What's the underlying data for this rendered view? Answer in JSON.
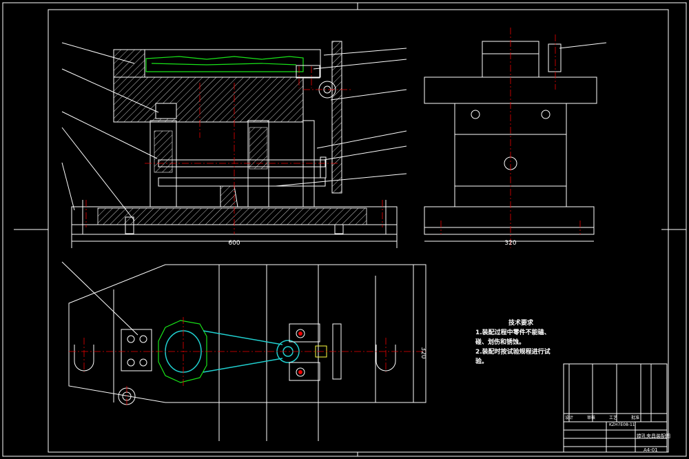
{
  "drawing": {
    "front_view": {
      "dimension": "600"
    },
    "side_view": {
      "dimension": "320"
    },
    "top_view": {
      "dimension": "320"
    }
  },
  "technical_requirements": {
    "title": "技术要求",
    "lines": [
      "1.装配过程中零件不能磕、",
      "碰、划伤和锈蚀。",
      "2.装配时按试验规程进行试",
      "验。"
    ]
  },
  "title_block": {
    "drawing_name": "镗孔夹具装配图",
    "drawing_no": "A4-01",
    "material": "KZH7E08-11",
    "labels": [
      "设计",
      "审核",
      "工艺",
      "批准"
    ]
  },
  "colors": {
    "line": "#ffffff",
    "center": "#ee0000",
    "part": "#19e619",
    "part_alt": "#20d0d0",
    "highlight": "#ffff40"
  }
}
